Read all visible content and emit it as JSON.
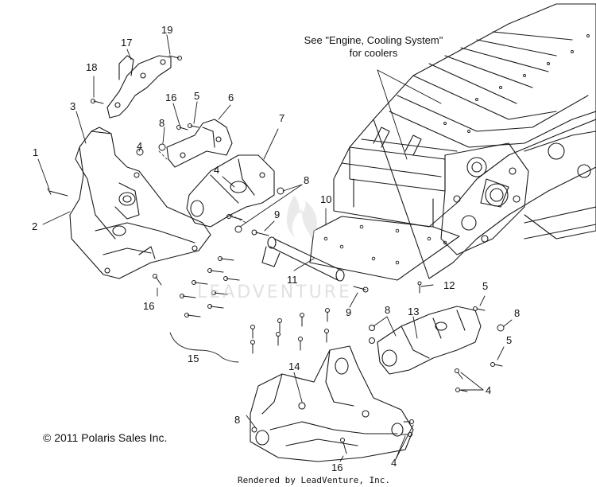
{
  "note": {
    "line1": "See \"Engine, Cooling System\"",
    "line2": "for coolers"
  },
  "copyright": "© 2011 Polaris Sales Inc.",
  "rendered_by": "Rendered by LeadVenture, Inc.",
  "watermark": "LEADVENTURE",
  "callouts": {
    "c1": "1",
    "c2": "2",
    "c3": "3",
    "c4a": "4",
    "c4b": "4",
    "c4c": "4",
    "c4d": "4",
    "c5a": "5",
    "c5b": "5",
    "c5c": "5",
    "c6": "6",
    "c7": "7",
    "c8a": "8",
    "c8b": "8",
    "c8c": "8",
    "c8d": "8",
    "c8e": "8",
    "c9a": "9",
    "c9b": "9",
    "c10": "10",
    "c11": "11",
    "c12": "12",
    "c13": "13",
    "c14": "14",
    "c15": "15",
    "c16a": "16",
    "c16b": "16",
    "c16c": "16",
    "c17": "17",
    "c18": "18",
    "c19": "19"
  }
}
